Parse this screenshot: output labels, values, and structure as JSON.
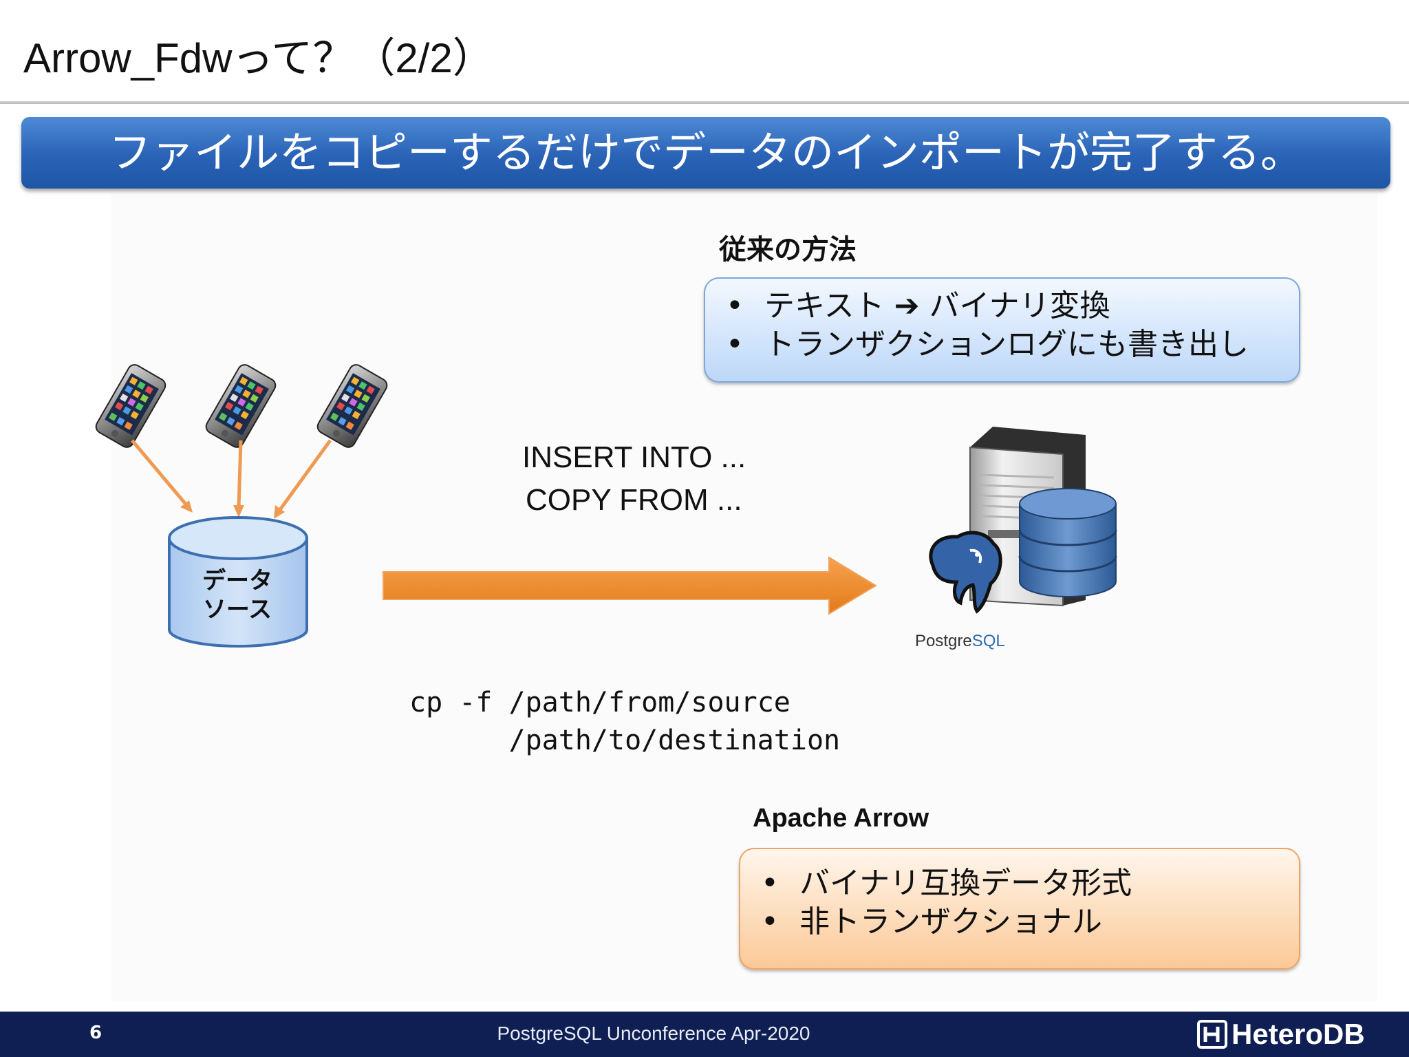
{
  "slide": {
    "title": "Arrow_Fdwって？（2/2）",
    "banner": "ファイルをコピーするだけでデータのインポートが完了する。"
  },
  "traditional": {
    "heading": "従来の方法",
    "bullet_symbol": "•",
    "items": [
      "テキスト ➔ バイナリ変換",
      "トランザクションログにも書き出し"
    ]
  },
  "apache_arrow": {
    "heading": "Apache Arrow",
    "bullet_symbol": "•",
    "items": [
      "バイナリ互換データ形式",
      "非トランザクショナル"
    ]
  },
  "sql": {
    "insert": "INSERT INTO ...",
    "copy": "COPY FROM ..."
  },
  "command": {
    "line1": "cp -f /path/from/source",
    "line2": "      /path/to/destination"
  },
  "data_source": {
    "label": "データ\nソース"
  },
  "postgresql": {
    "label_prefix": "Postgre",
    "label_suffix": "SQL"
  },
  "footer": {
    "page_number": "6",
    "caption": "PostgreSQL Unconference Apr-2020",
    "logo": "HeteroDB"
  },
  "colors": {
    "banner": "#2a62b6",
    "footer": "#0f1f53",
    "arrow": "#ef8a2c",
    "cylinder": "#bcd6f4",
    "db_stack": "#3f6fab"
  },
  "icons": [
    "smartphone-icon",
    "database-cylinder-icon",
    "server-tower-icon",
    "postgresql-elephant-icon",
    "heterodb-logo-icon"
  ]
}
